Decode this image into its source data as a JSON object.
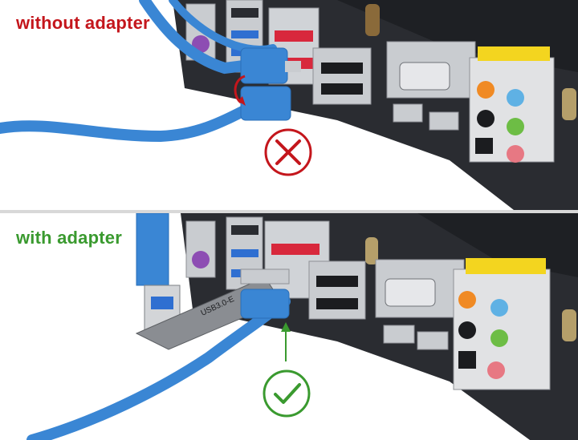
{
  "panels": {
    "top": {
      "caption": "without adapter",
      "caption_color": "#c4161c",
      "status_symbol": "cross-mark"
    },
    "bottom": {
      "caption": "with adapter",
      "caption_color": "#3a9a2f",
      "status_symbol": "check-mark"
    }
  },
  "adapter_print": "USB3.0-E",
  "colors": {
    "cable_blue": "#3a86d4",
    "board_dark": "#26282c",
    "port_silver": "#c9ccd0",
    "red_port": "#d8283c",
    "blue_port": "#2f6fd1"
  }
}
